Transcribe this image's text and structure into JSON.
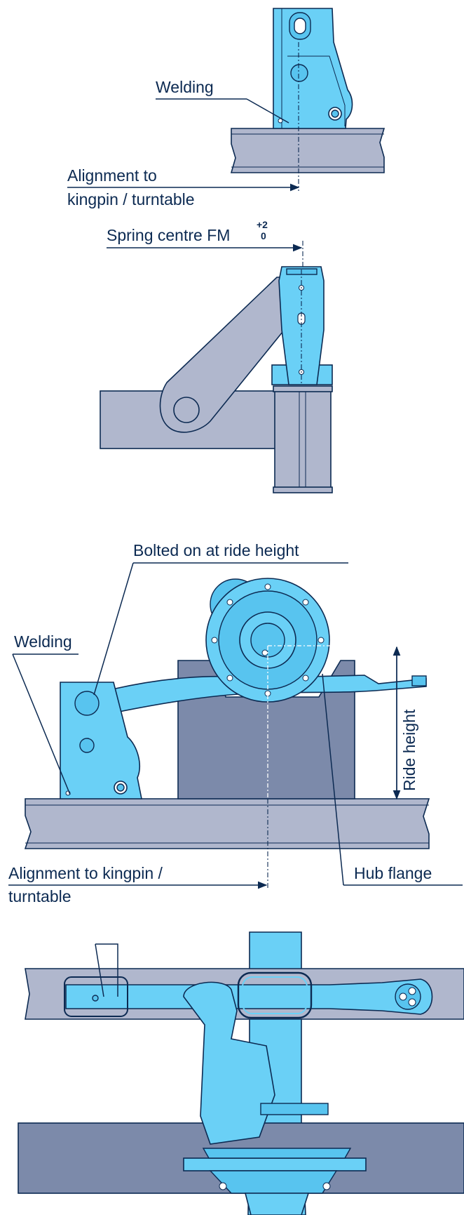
{
  "labels": {
    "welding_1": "Welding",
    "alignment_1_line1": "Alignment to",
    "alignment_1_line2": "kingpin / turntable",
    "spring_centre": "Spring centre FM",
    "tolerance_upper": "+2",
    "tolerance_lower": "0",
    "bolted_on": "Bolted on at ride height",
    "welding_2": "Welding",
    "ride_height": "Ride height",
    "alignment_2_line1": "Alignment to kingpin /",
    "alignment_2_line2": "turntable",
    "hub_flange": "Hub flange"
  },
  "colors": {
    "component_blue": "#6ad0f6",
    "frame_grey": "#b0b7cd",
    "block_dark_grey": "#7c8aaa",
    "outline_navy": "#0c2a52"
  }
}
